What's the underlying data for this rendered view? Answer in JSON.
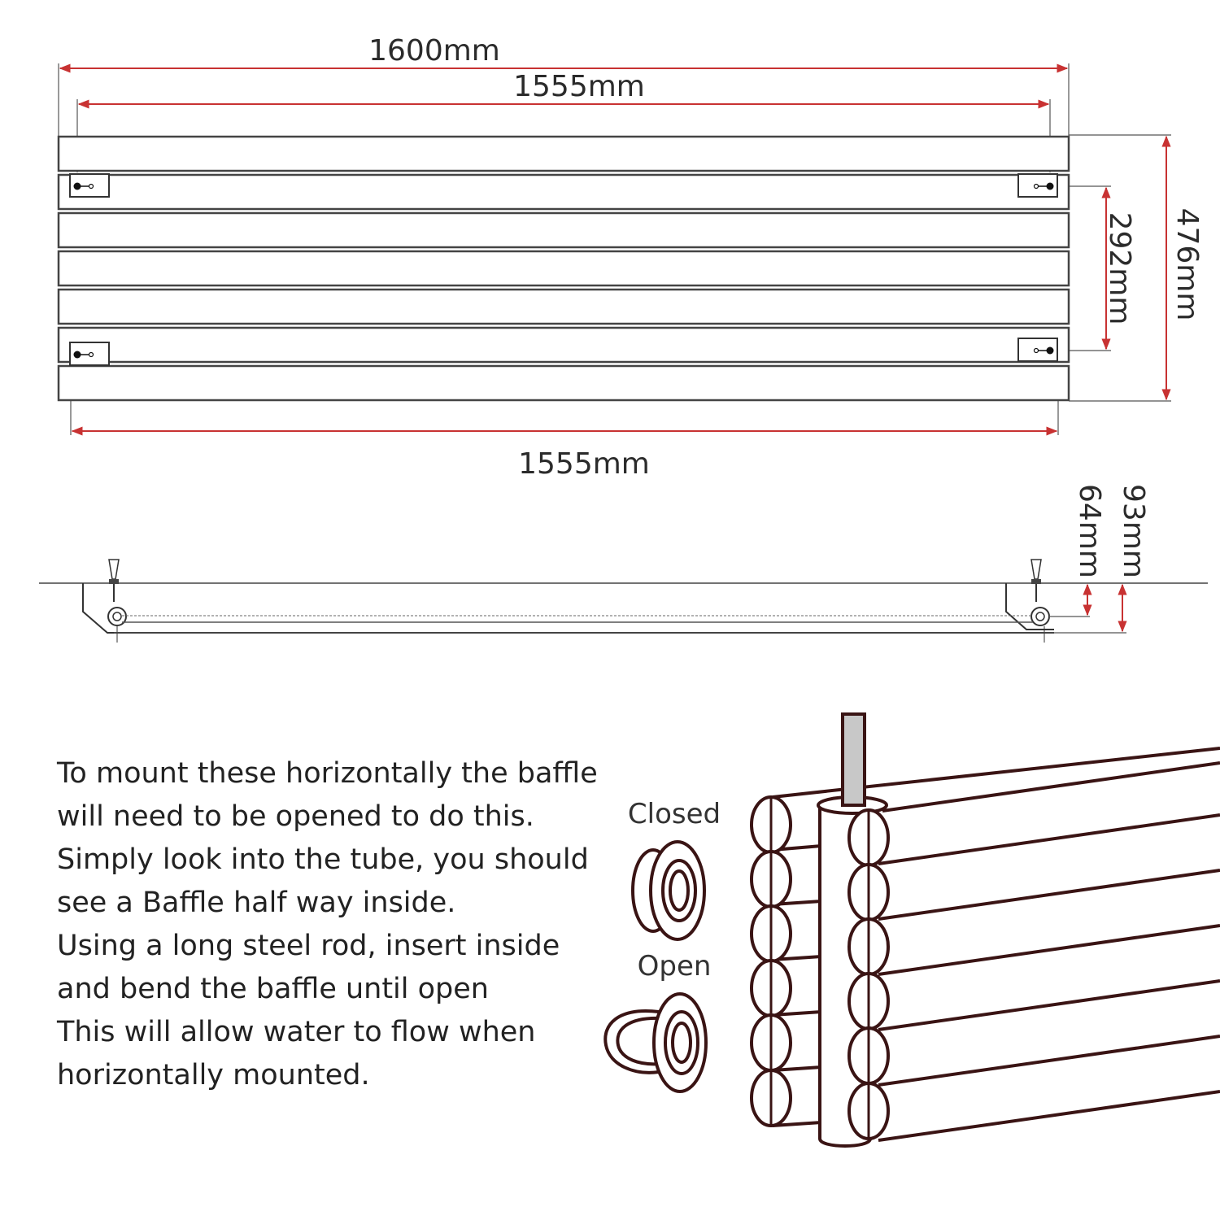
{
  "front_view": {
    "overall_width": "1600mm",
    "tube_width": "1555mm",
    "bottom_width": "1555mm",
    "bracket_spacing": "292mm",
    "overall_height": "476mm"
  },
  "side_view": {
    "pipe_centre_depth": "64mm",
    "overall_depth": "93mm"
  },
  "baffle": {
    "closed_label": "Closed",
    "open_label": "Open"
  },
  "instructions": [
    "To mount these horizontally the baffle will need to be opened to do this. Simply look into the tube, you should see a Baffle half way inside.",
    "Using a long steel rod, insert inside and bend the baffle until open",
    "This will allow water to flow when horizontally mounted."
  ]
}
